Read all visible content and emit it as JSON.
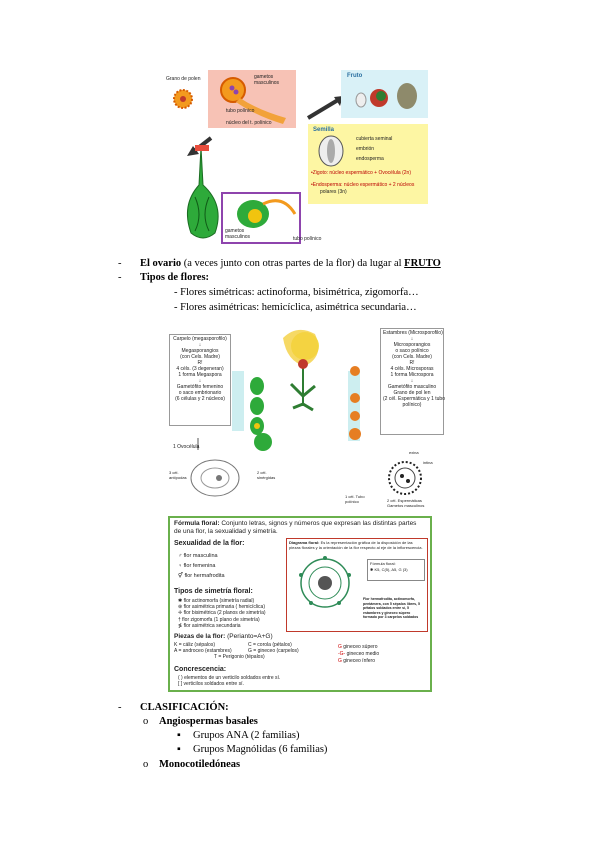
{
  "fig1": {
    "pollen_label": "Grano de polen",
    "gametes_label": "gametos masculinos",
    "tube_label": "tubo polínico",
    "nucleus_label": "núcleo del t. polínico",
    "bottom_gametes_label": "gametos masculinos",
    "bottom_tube_label": "tubo polínico",
    "fruit_title": "Fruto",
    "seed_title": "Semilla",
    "seed_coat": "cubierta seminal",
    "embryo": "embrión",
    "endosperm": "endosperma",
    "zygote_line": "•Zigoto: núcleo espermático + Ovocélula (2n)",
    "endosperm_line1": "•Endosperma: núcleo espermático + 2 núcleos",
    "endosperm_line2": "polares (3n)"
  },
  "bullets1": [
    {
      "dash": "-",
      "bold": "El ovario",
      "rest": " (a veces junto con otras partes de la flor) da lugar al ",
      "bold_u": "FRUTO"
    },
    {
      "dash": "-",
      "bold": "Tipos de flores:",
      "rest": "",
      "bold_u": ""
    }
  ],
  "flower_types": [
    "- Flores simétricas: actinoforma, bisimétrica, zigomorfa…",
    "- Flores asimétricas: hemicíclica, asimétrica secundaria…"
  ],
  "fig2": {
    "left_box": [
      "Carpelo (megasporofilo)",
      "↓",
      "Megasporangios",
      "(con Cels. Madre)",
      "R!",
      "4 céls. (3 degeneran)",
      "1 forma Megaspora",
      "↓",
      "Gametófito femenino",
      "o saco embrionario",
      "(6 células y 2 núcleos)"
    ],
    "right_box": [
      "Estambres (Microsporofilo)",
      "↓",
      "Microsporangios",
      "o saco polínico",
      "(con Cels. Madre)",
      "R!",
      "4 céls. Microsporas",
      "1 forma Microspora",
      "↓",
      "Gametófito masculino",
      "Grano de pol len",
      "(2 cél. Espermática y 1 tubo",
      "polínico)"
    ],
    "ovocell": "1 Ovocélula",
    "antipodes": "3 cél.\nantípodas",
    "synergids": "2 cél.\nsinérgidas",
    "tube_cell": "1 cél. Tubo\npolínico",
    "sperm": "2 cél. Espermáticas\nGametos masculinos",
    "exine": "exina",
    "intine": "intina"
  },
  "fig3": {
    "title": "Fórmula floral:",
    "title_rest": "Conjunto letras, signos y números que expresan las distintas partes de una flor, la sexualidad y simetría.",
    "sex_title": "Sexualidad de la flor:",
    "sex_items": [
      "flor masculina",
      "flor femenina",
      "flor hermafrodita"
    ],
    "sym_title": "Tipos de simetría floral:",
    "sym_items": [
      "flor actinomorfa (simetría radial)",
      "flor asimétrica primaria ( hemicíclica)",
      "flor bisimétrica (2 planos de simetría)",
      "flor zigomorfa (1 plano de simetría)",
      "flor asimétrica secundaria"
    ],
    "pieces_title": "Piezas de la flor:",
    "pieces_formula": "(Perianto=A+G)",
    "pieces": [
      "K = cáliz (sépalos)",
      "C = corola (pétalos)",
      "A = androceo (estambres)",
      "G = gineceo (carpelos)",
      "T = Perigonio (tépalos)"
    ],
    "gyn": [
      "gineceo súpero",
      "gineceo medio",
      "gineceo ínfero"
    ],
    "conc_title": "Concrescencia:",
    "conc_items": [
      "( ) elementos de un verticilo soldados entre sí.",
      "[ ] verticilos soldados entre sí."
    ],
    "diagram_title": "Diagrama floral:",
    "diagram_text": "Es la representación gráfica de la disposición de las piezas florales y la orientación de la flor respecto al eje de la inflorescencia.",
    "formula_label": "Fórmula floral:",
    "formula_value": "✱ K5, C(5), A5, G (3)",
    "desc": "Flor hermafrodita, actinomorfa, pentámera, con 5 sépalos libres, 5 pétalos soldados entre sí, 5 estambres y gineceo súpero formado por 3 carpelos soldados"
  },
  "classification": {
    "dash": "-",
    "title": "CLASIFICACIÓN:",
    "groups": [
      {
        "marker": "o",
        "label": "Angiospermas basales",
        "items": [
          "Grupos ANA (2 familias)",
          "Grupos Magnólidas (6 familias)"
        ]
      },
      {
        "marker": "o",
        "label": "Monocotiledóneas",
        "items": []
      }
    ]
  }
}
